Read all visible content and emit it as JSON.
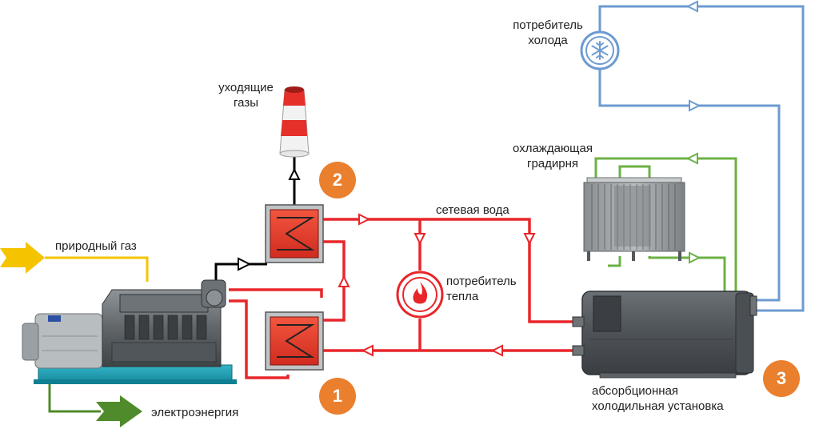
{
  "labels": {
    "exhaust_gases": [
      "уходящие",
      "газы"
    ],
    "natural_gas": "природный газ",
    "electricity": "электроэнергия",
    "network_water": "сетевая вода",
    "heat_consumer": [
      "потребитель",
      "тепла"
    ],
    "cold_consumer": [
      "потребитель",
      "холода"
    ],
    "cooling_tower": [
      "охлаждающая",
      "градирня"
    ],
    "absorption_unit": [
      "абсорбционная",
      "холодильная установка"
    ]
  },
  "badges": [
    "1",
    "2",
    "3"
  ],
  "colors": {
    "hot_water": "#e8262a",
    "chilled_water": "#6d9bd1",
    "cooling_water": "#6cb144",
    "exhaust": "#000000",
    "gas": "#f5c400",
    "electricity": "#4f8a2b",
    "badge": "#ea7f2e",
    "heat_exchanger": "#e33b2a"
  },
  "icons": {
    "heat_consumer": "flame-icon",
    "cold_consumer": "snowflake-icon"
  }
}
